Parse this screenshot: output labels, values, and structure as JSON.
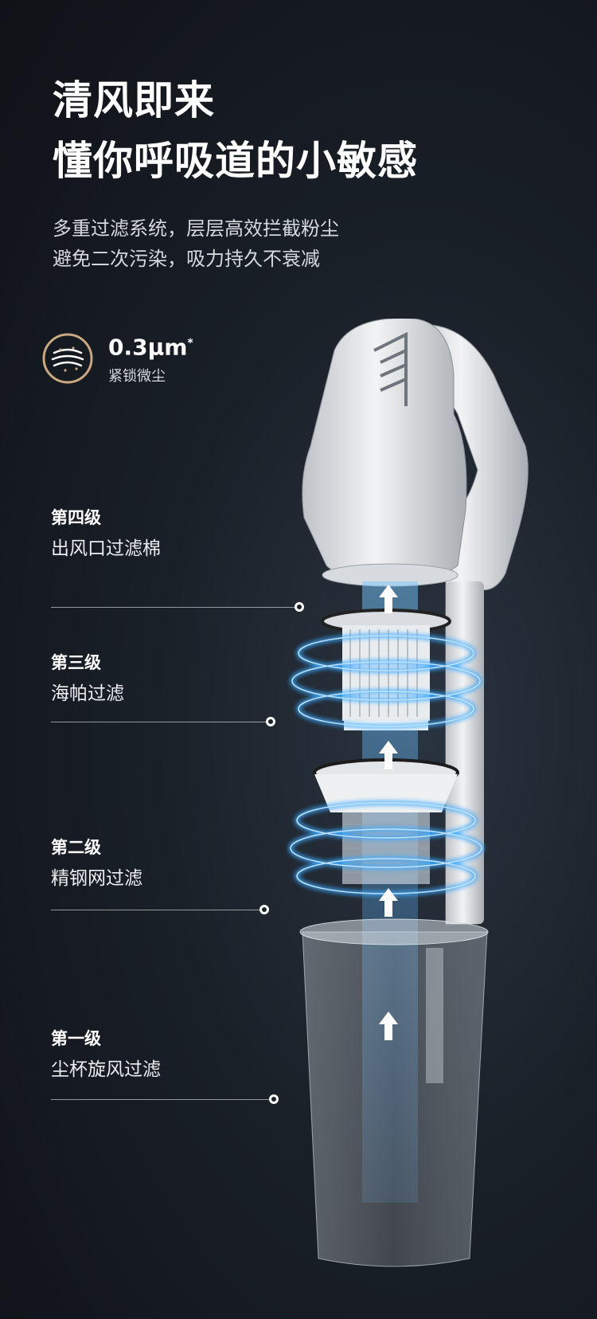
{
  "headline": {
    "line1": "清风即来",
    "line2": "懂你呼吸道的小敏感"
  },
  "subtitle": {
    "line1": "多重过滤系统，层层高效拦截粉尘",
    "line2": "避免二次污染，吸力持久不衰减"
  },
  "badge": {
    "value": "0.3μm",
    "asterisk": "*",
    "label": "紧锁微尘",
    "icon": "dust-filter-icon",
    "accent": "#c9a882"
  },
  "stages": [
    {
      "title": "第四级",
      "desc": "出风口过滤棉"
    },
    {
      "title": "第三级",
      "desc": "海帕过滤"
    },
    {
      "title": "第二级",
      "desc": "精钢网过滤"
    },
    {
      "title": "第一级",
      "desc": "尘杯旋风过滤"
    }
  ],
  "colors": {
    "background": "#1a2028",
    "glow": "#3aa8ff",
    "body": "#e8eaec"
  }
}
